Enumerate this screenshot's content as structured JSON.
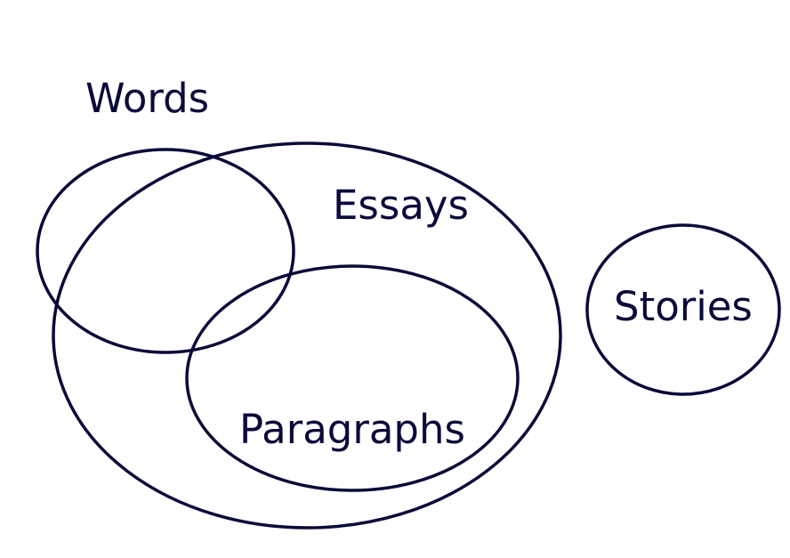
{
  "diagram": {
    "type": "euler",
    "stroke_color": "#0a0a3a",
    "text_color": "#0a0a3a",
    "background": "#ffffff",
    "sets": {
      "words": {
        "label": "Words"
      },
      "essays": {
        "label": "Essays"
      },
      "paragraphs": {
        "label": "Paragraphs"
      },
      "stories": {
        "label": "Stories"
      }
    },
    "relations": [
      {
        "a": "Paragraphs",
        "b": "Essays",
        "relation": "subset"
      },
      {
        "a": "Words",
        "b": "Essays",
        "relation": "overlap"
      },
      {
        "a": "Words",
        "b": "Paragraphs",
        "relation": "overlap"
      },
      {
        "a": "Stories",
        "b": "Essays",
        "relation": "disjoint"
      },
      {
        "a": "Stories",
        "b": "Words",
        "relation": "disjoint"
      }
    ]
  }
}
